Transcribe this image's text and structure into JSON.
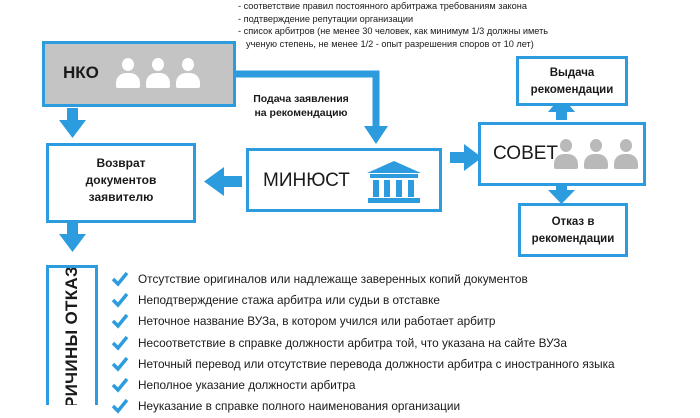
{
  "requirements": [
    "- соответствие правил постоянного арбитража требованиям закона",
    "- подтверждение репутации организации",
    "- список арбитров (не менее 30 человек, как минимум 1/3 должны иметь",
    "  ученую степень, не менее 1/2 - опыт разрешения споров от 10 лет)"
  ],
  "nko": {
    "label": "НКО"
  },
  "submit_caption": [
    "Подача заявления",
    "на рекомендацию"
  ],
  "minjust": {
    "label": "МИНЮСТ"
  },
  "return_docs": {
    "label": [
      "Возврат",
      "документов",
      "заявителю"
    ]
  },
  "sovet": {
    "label": "СОВЕТ"
  },
  "issue_rec": {
    "label": [
      "Выдача",
      "рекомендации"
    ]
  },
  "refuse_rec": {
    "label": [
      "Отказ в",
      "рекомендации"
    ]
  },
  "reasons_title": "ПРИЧИНЫ ОТКАЗА",
  "reasons": [
    "Отсутствие оригиналов или надлежаще заверенных копий документов",
    "Неподтверждение стажа арбитра или судьи в отставке",
    "Неточное название ВУЗа, в котором учился или работает арбитр",
    "Несоответствие в справке должности арбитра той, что указана на сайте ВУЗа",
    "Неточный перевод или отсутствие перевода должности арбитра с иностранного языка",
    "Неполное указание должности арбитра",
    "Неуказание в справке полного наименования организации"
  ],
  "colors": {
    "accent": "#2d9cdf",
    "nko_fill": "#c4c4c4",
    "person_gray": "#b9b9b9"
  }
}
